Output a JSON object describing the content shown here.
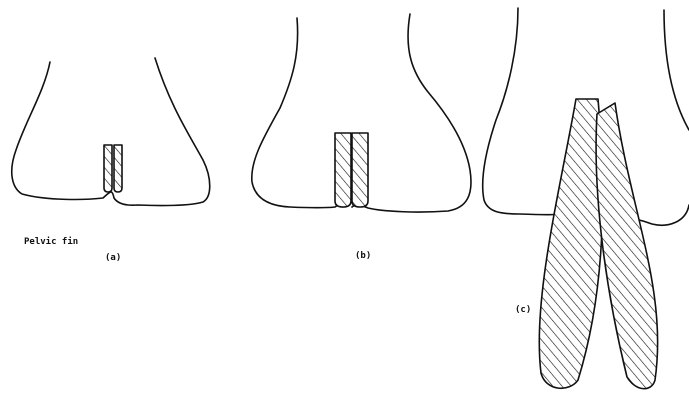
{
  "figure": {
    "labels": {
      "pelvic_fin": "Pelvic fin",
      "panel_a": "(a)",
      "panel_b": "(b)",
      "panel_c": "(c)"
    },
    "colors": {
      "ink": "#111111",
      "background": "#ffffff"
    }
  }
}
